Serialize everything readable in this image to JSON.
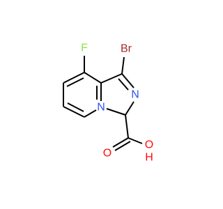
{
  "molecule": {
    "atoms": {
      "fluorine": "F",
      "bromine": "Br",
      "nitrogen_imidazole": "N",
      "nitrogen_bridgehead": "N",
      "oxygen_carbonyl": "O",
      "oxygen_hydroxyl": "O",
      "hydrogen_hydroxyl": "H"
    },
    "colors": {
      "bond": "#000000",
      "fluorine": "#90E050",
      "bromine": "#A62929",
      "nitrogen": "#3050F8",
      "oxygen": "#FF0D0D",
      "hydrogen": "#FF0D0D"
    }
  }
}
